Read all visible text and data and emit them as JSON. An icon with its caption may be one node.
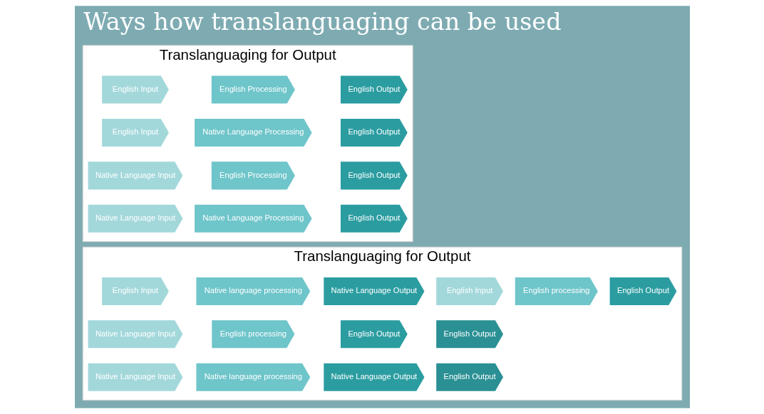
{
  "diagram": {
    "title": "Ways how translanguaging can be used",
    "nodes": [
      {
        "text": [
          "Translanguaging for Output"
        ]
      },
      {
        "text": [
          "English Input"
        ],
        "in": 0
      },
      {
        "text": [
          "English Processing"
        ],
        "in": 0
      },
      {
        "text": [
          "English Output"
        ],
        "in": 0
      },
      {
        "text": [
          "English Input"
        ],
        "in": 0
      },
      {
        "text": [
          "Native Language Processing"
        ],
        "in": 0
      },
      {
        "text": [
          "English Output"
        ],
        "in": 0
      },
      {
        "text": [
          "Native Language Input"
        ],
        "in": 0
      },
      {
        "text": [
          "English Processing"
        ],
        "in": 0
      },
      {
        "text": [
          "English Output"
        ],
        "in": 0
      },
      {
        "text": [
          "Native Language Input"
        ],
        "in": 0
      },
      {
        "text": [
          "Native Language Processing"
        ],
        "in": 0
      },
      {
        "text": [
          "English Output"
        ],
        "in": 0
      },
      {
        "text": [
          "Translanguaging for Output"
        ]
      },
      {
        "text": [
          "English Input"
        ],
        "in": 13
      },
      {
        "text": [
          "English processing"
        ],
        "in": 13
      },
      {
        "text": [
          "English Output"
        ],
        "in": 13
      },
      {
        "text": [
          "English Input"
        ],
        "in": 13
      },
      {
        "text": [
          "Native language processing"
        ],
        "in": 13
      },
      {
        "text": [
          "Native Language Output"
        ],
        "in": 13
      },
      {
        "text": [
          "English Output"
        ],
        "in": 13
      },
      {
        "text": [
          "Native Language Input"
        ],
        "in": 13
      },
      {
        "text": [
          "English processing"
        ],
        "in": 13
      },
      {
        "text": [
          "English Output"
        ],
        "in": 13
      },
      {
        "text": [
          "Native Language Input"
        ],
        "in": 13
      },
      {
        "text": [
          "Native language processing"
        ],
        "in": 13
      },
      {
        "text": [
          "Native Language Output"
        ],
        "in": 13
      },
      {
        "text": [
          "English Output"
        ],
        "in": 13
      }
    ],
    "edges": []
  }
}
